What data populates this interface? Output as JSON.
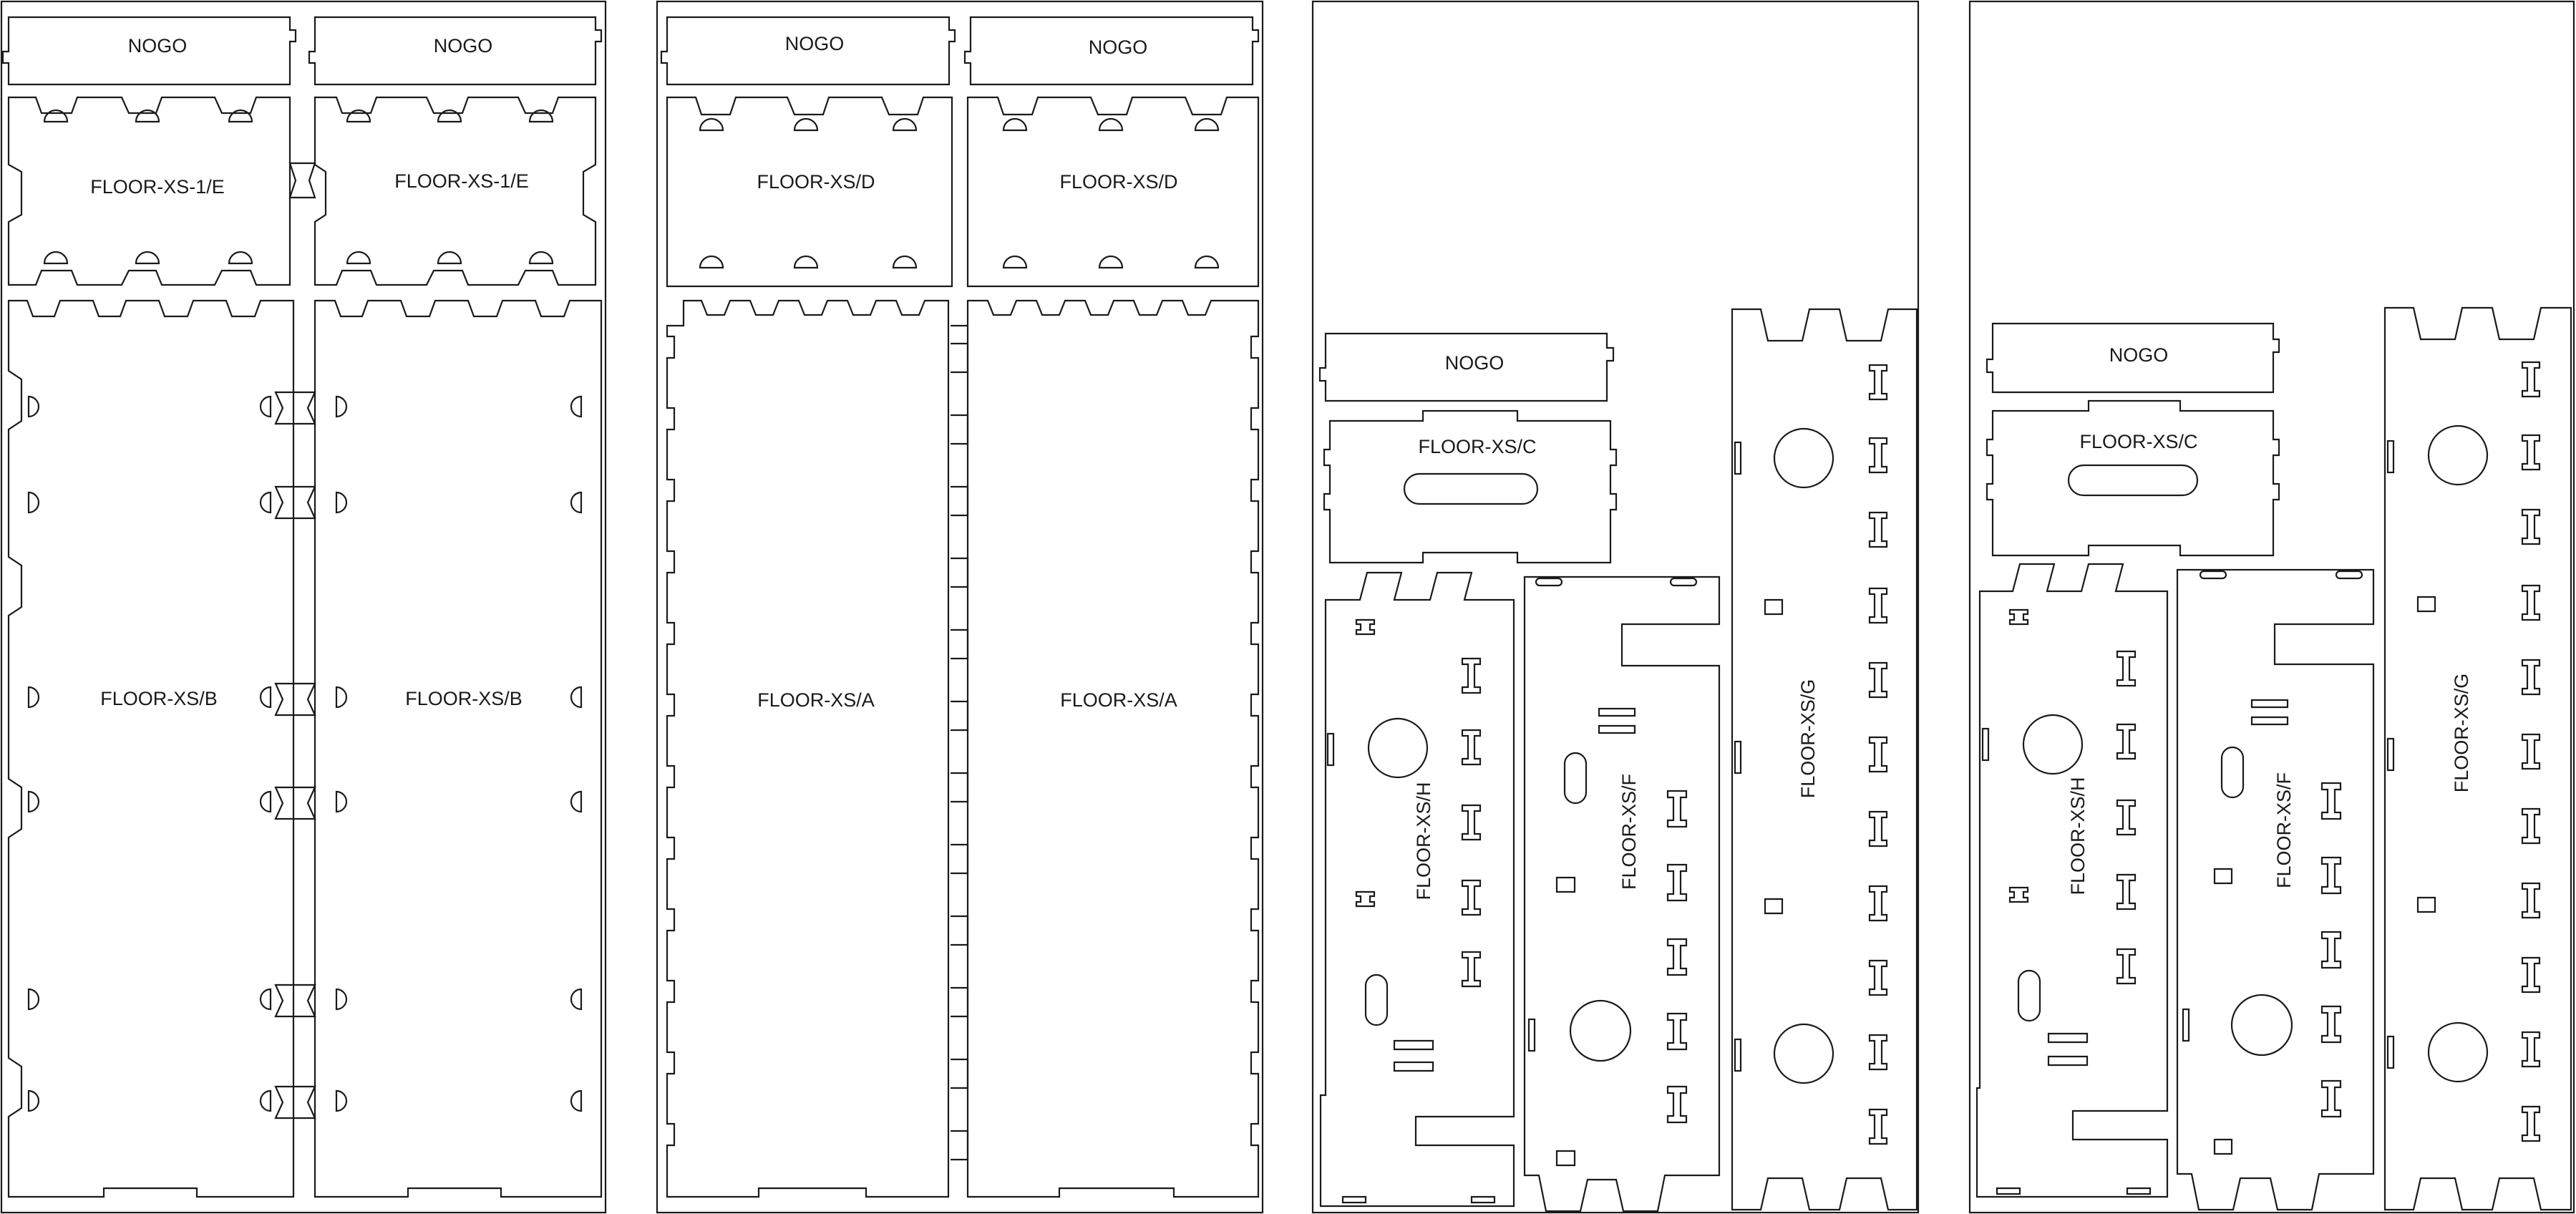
{
  "sheets": [
    {
      "id": "sheet-1",
      "parts": [
        {
          "key": "nogo-1a",
          "label": "NOGO"
        },
        {
          "key": "nogo-1b",
          "label": "NOGO"
        },
        {
          "key": "e-1a",
          "label": "FLOOR-XS-1/E"
        },
        {
          "key": "e-1b",
          "label": "FLOOR-XS-1/E"
        },
        {
          "key": "b-1a",
          "label": "FLOOR-XS/B"
        },
        {
          "key": "b-1b",
          "label": "FLOOR-XS/B"
        }
      ]
    },
    {
      "id": "sheet-2",
      "parts": [
        {
          "key": "nogo-2a",
          "label": "NOGO"
        },
        {
          "key": "nogo-2b",
          "label": "NOGO"
        },
        {
          "key": "d-2a",
          "label": "FLOOR-XS/D"
        },
        {
          "key": "d-2b",
          "label": "FLOOR-XS/D"
        },
        {
          "key": "a-2a",
          "label": "FLOOR-XS/A"
        },
        {
          "key": "a-2b",
          "label": "FLOOR-XS/A"
        }
      ]
    },
    {
      "id": "sheet-3",
      "parts": [
        {
          "key": "nogo-3",
          "label": "NOGO"
        },
        {
          "key": "c-3",
          "label": "FLOOR-XS/C"
        },
        {
          "key": "h-3",
          "label": "FLOOR-XS/H"
        },
        {
          "key": "f-3",
          "label": "FLOOR-XS/F"
        },
        {
          "key": "g-3",
          "label": "FLOOR-XS/G"
        }
      ]
    },
    {
      "id": "sheet-4",
      "parts": [
        {
          "key": "nogo-4",
          "label": "NOGO"
        },
        {
          "key": "c-4",
          "label": "FLOOR-XS/C"
        },
        {
          "key": "h-4",
          "label": "FLOOR-XS/H"
        },
        {
          "key": "f-4",
          "label": "FLOOR-XS/F"
        },
        {
          "key": "g-4",
          "label": "FLOOR-XS/G"
        }
      ]
    }
  ]
}
